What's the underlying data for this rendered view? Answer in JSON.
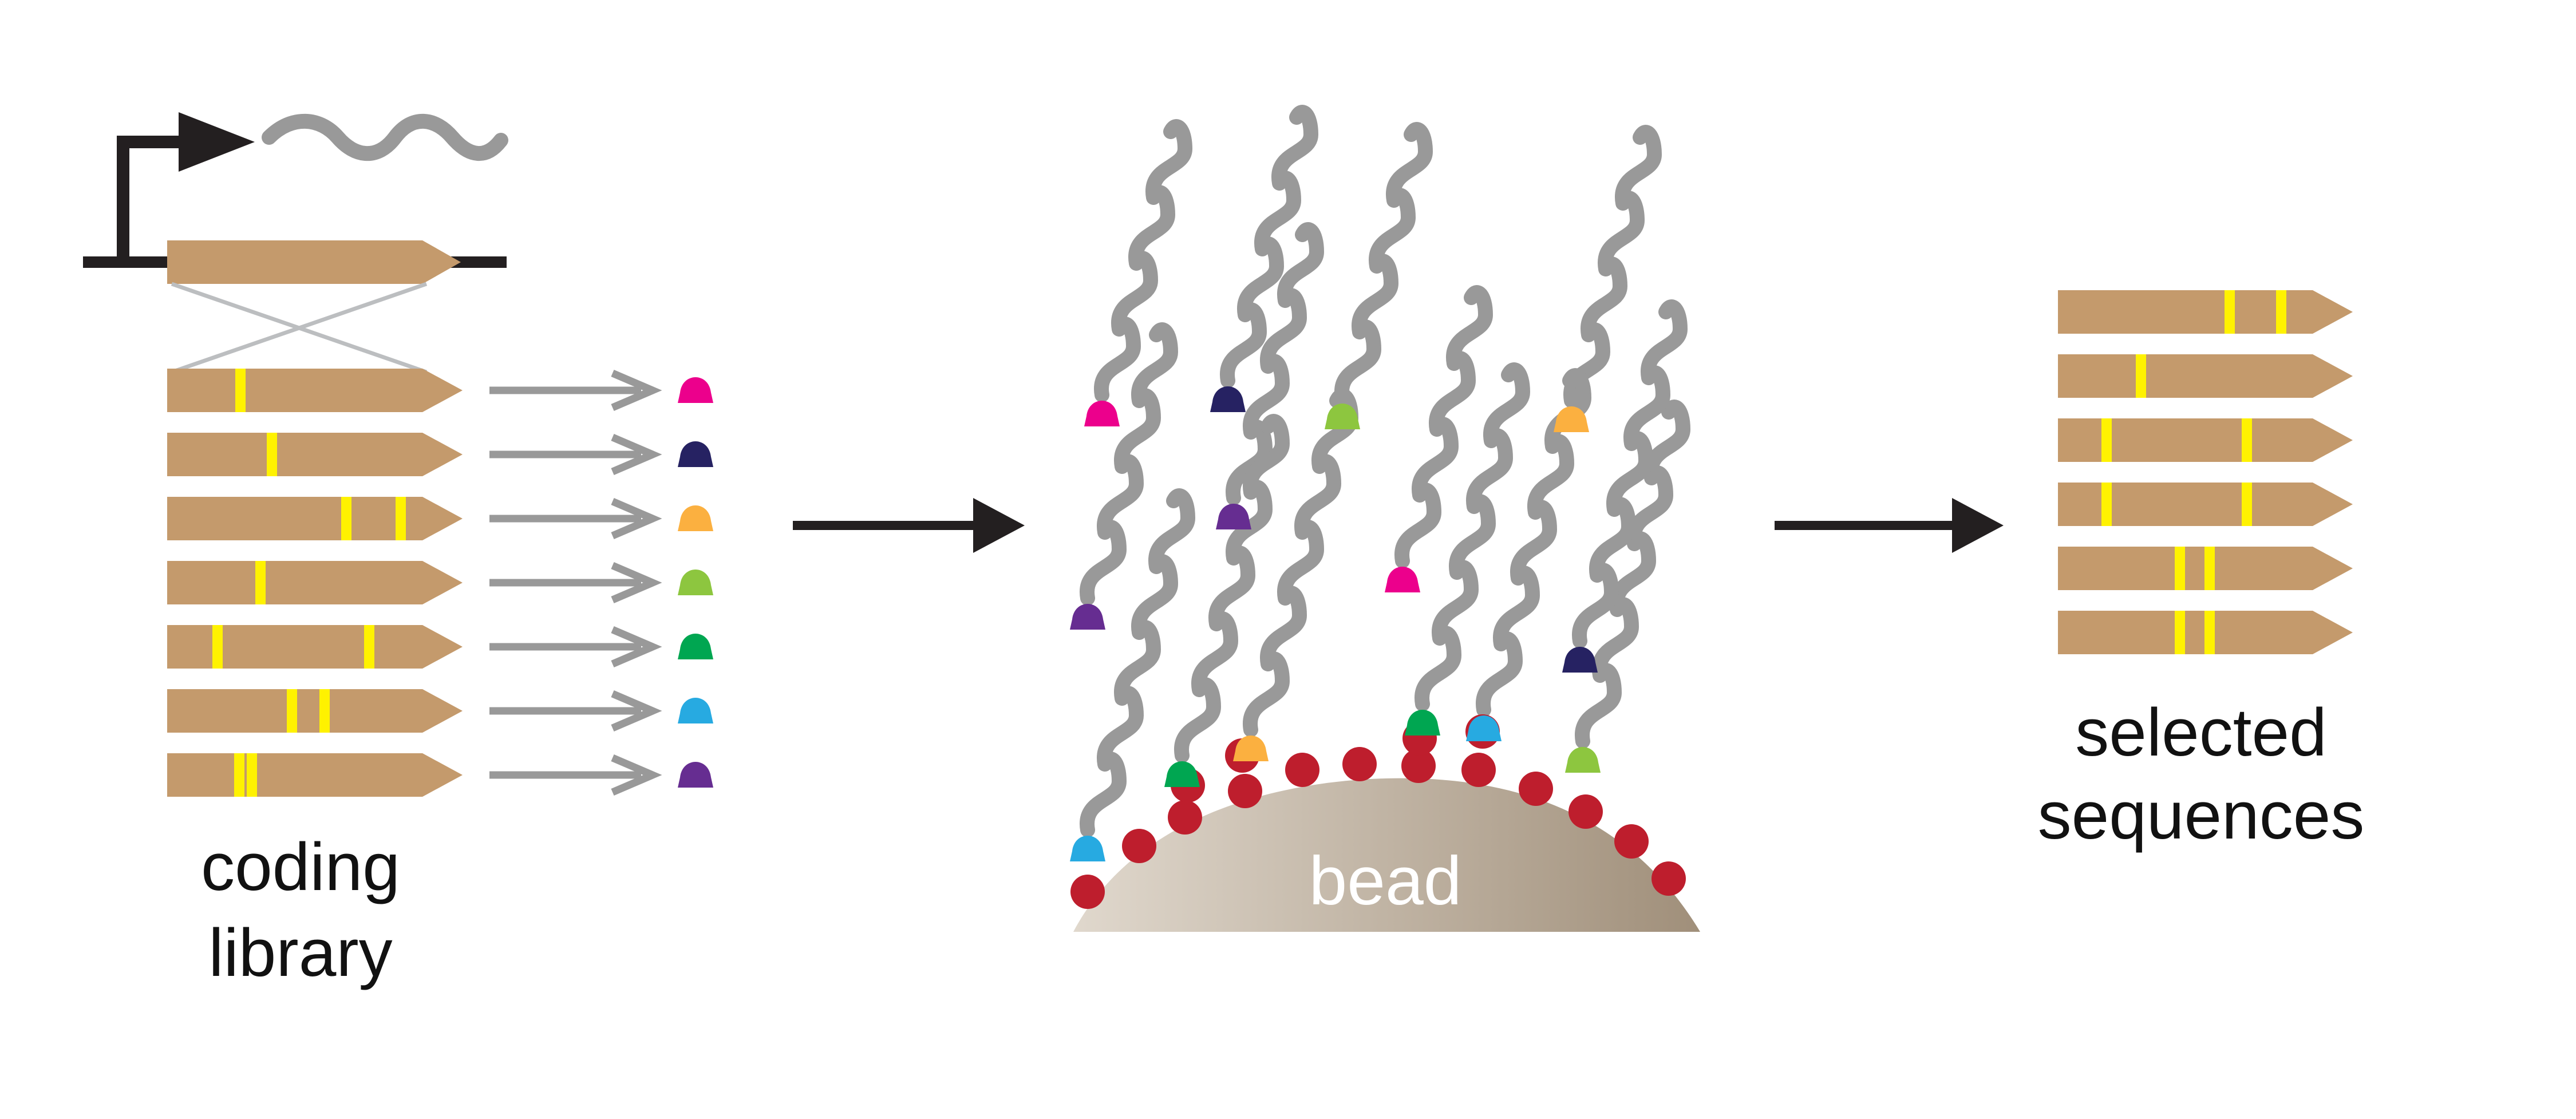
{
  "labels": {
    "library_line1": "coding",
    "library_line2": "library",
    "bead": "bead",
    "selected_line1": "selected",
    "selected_line2": "sequences"
  },
  "colors": {
    "gene": "#C49A6C",
    "mutation": "#FFF200",
    "strand": "#999999",
    "arrow_black": "#231F20",
    "arrow_gray": "#999999",
    "target": "#BE1E2D",
    "bead_light": "#E0D8CD",
    "bead_dark": "#A08F7A",
    "peptides": {
      "magenta": "#EC008C",
      "navy": "#262262",
      "orange": "#FBB040",
      "lime": "#8DC63F",
      "green": "#00A651",
      "cyan": "#27AAE1",
      "purple": "#662D91"
    }
  },
  "library": {
    "rows": [
      {
        "mutation_count": 1,
        "peptide": "magenta"
      },
      {
        "mutation_count": 1,
        "peptide": "navy"
      },
      {
        "mutation_count": 2,
        "peptide": "orange"
      },
      {
        "mutation_count": 1,
        "peptide": "lime"
      },
      {
        "mutation_count": 2,
        "peptide": "green"
      },
      {
        "mutation_count": 2,
        "peptide": "cyan"
      },
      {
        "mutation_count": 2,
        "peptide": "purple"
      }
    ]
  },
  "display": {
    "free_peptides": [
      "magenta",
      "navy",
      "lime",
      "orange",
      "purple",
      "purple",
      "magenta"
    ],
    "bound_peptides": [
      "cyan",
      "green",
      "orange",
      "green",
      "cyan",
      "lime",
      "navy"
    ],
    "target_count": 16
  },
  "selected": {
    "rows": [
      {
        "mutation_count": 2
      },
      {
        "mutation_count": 1
      },
      {
        "mutation_count": 2
      },
      {
        "mutation_count": 2
      },
      {
        "mutation_count": 2
      },
      {
        "mutation_count": 2
      }
    ]
  }
}
